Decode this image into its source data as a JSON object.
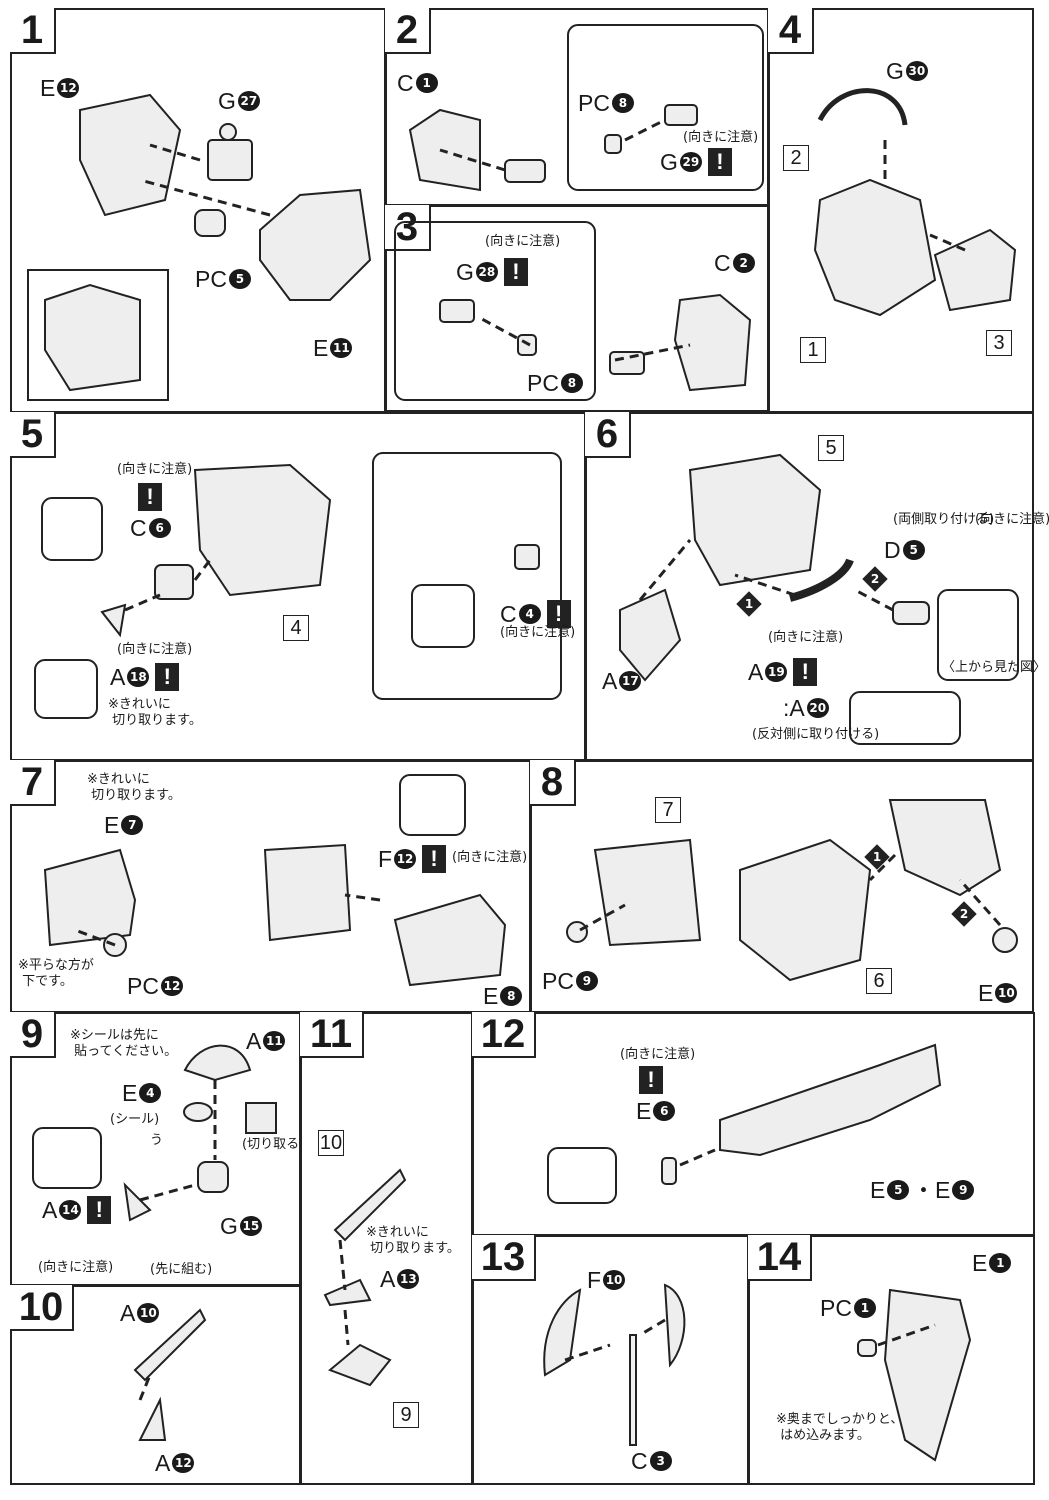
{
  "steps": [
    {
      "num": "1",
      "labels": [
        {
          "p": "E",
          "n": "12"
        },
        {
          "p": "G",
          "n": "27"
        },
        {
          "p": "PC",
          "n": "5"
        },
        {
          "p": "E",
          "n": "11"
        }
      ],
      "notes": [],
      "boxes": []
    },
    {
      "num": "2",
      "labels": [
        {
          "p": "C",
          "n": "1"
        },
        {
          "p": "PC",
          "n": "8"
        },
        {
          "p": "G",
          "n": "29",
          "caution": true
        }
      ],
      "notes": [
        "(向きに注意)"
      ],
      "boxes": []
    },
    {
      "num": "3",
      "labels": [
        {
          "p": "G",
          "n": "28",
          "caution": true
        },
        {
          "p": "C",
          "n": "2"
        },
        {
          "p": "PC",
          "n": "8"
        }
      ],
      "notes": [
        "(向きに注意)"
      ],
      "boxes": []
    },
    {
      "num": "4",
      "labels": [
        {
          "p": "G",
          "n": "30"
        }
      ],
      "notes": [],
      "boxes": [
        "2",
        "1",
        "3"
      ]
    },
    {
      "num": "5",
      "labels": [
        {
          "p": "C",
          "n": "6"
        },
        {
          "p": "C",
          "n": "4",
          "caution": true
        },
        {
          "p": "A",
          "n": "18",
          "caution": true
        },
        {
          "p": "",
          "n": "",
          "caution": true
        }
      ],
      "notes": [
        "(向きに注意)",
        "(向きに注意)",
        "(向きに注意)",
        "※きれいに\n 切り取ります。"
      ],
      "boxes": [
        "4"
      ]
    },
    {
      "num": "6",
      "labels": [
        {
          "p": "D",
          "n": "5"
        },
        {
          "p": "A",
          "n": "17"
        },
        {
          "p": "A",
          "n": "19",
          "caution": true
        },
        {
          "p": ":A",
          "n": "20"
        }
      ],
      "notes": [
        "(両側取り付ける)",
        "(向きに注意)",
        "(向きに注意)",
        "(反対側に取り付ける)",
        "〈上から見た図〉"
      ],
      "boxes": [
        "5"
      ],
      "diamonds": [
        "1",
        "2"
      ]
    },
    {
      "num": "7",
      "labels": [
        {
          "p": "E",
          "n": "7"
        },
        {
          "p": "PC",
          "n": "12"
        },
        {
          "p": "F",
          "n": "12",
          "caution": true
        },
        {
          "p": "E",
          "n": "8"
        }
      ],
      "notes": [
        "※きれいに\n 切り取ります。",
        "※平らな方が\n 下です。",
        "(向きに注意)"
      ],
      "boxes": []
    },
    {
      "num": "8",
      "labels": [
        {
          "p": "PC",
          "n": "9"
        },
        {
          "p": "E",
          "n": "10"
        }
      ],
      "notes": [],
      "boxes": [
        "7",
        "6"
      ],
      "diamonds": [
        "1",
        "2"
      ]
    },
    {
      "num": "9",
      "labels": [
        {
          "p": "A",
          "n": "11"
        },
        {
          "p": "E",
          "n": "4"
        },
        {
          "p": "A",
          "n": "14",
          "caution": true
        },
        {
          "p": "G",
          "n": "15"
        }
      ],
      "notes": [
        "※シールは先に\n 貼ってください。",
        "(シール)",
        "う",
        "(切り取る)",
        "(向きに注意)",
        "(先に組む)"
      ],
      "boxes": []
    },
    {
      "num": "10",
      "labels": [
        {
          "p": "A",
          "n": "10"
        },
        {
          "p": "A",
          "n": "12"
        }
      ],
      "notes": [],
      "boxes": []
    },
    {
      "num": "11",
      "labels": [
        {
          "p": "A",
          "n": "13"
        }
      ],
      "notes": [
        "※きれいに\n 切り取ります。"
      ],
      "boxes": [
        "10",
        "9"
      ]
    },
    {
      "num": "12",
      "labels": [
        {
          "p": "",
          "n": "",
          "caution": true
        },
        {
          "p": "E",
          "n": "6"
        },
        {
          "p": "E",
          "n": "5"
        },
        {
          "p": "・E",
          "n": "9"
        }
      ],
      "notes": [
        "(向きに注意)"
      ],
      "boxes": []
    },
    {
      "num": "13",
      "labels": [
        {
          "p": "F",
          "n": "10"
        },
        {
          "p": "C",
          "n": "3"
        }
      ],
      "notes": [],
      "boxes": []
    },
    {
      "num": "14",
      "labels": [
        {
          "p": "E",
          "n": "1"
        },
        {
          "p": "PC",
          "n": "1"
        }
      ],
      "notes": [
        "※奥までしっかりと、\n はめ込みます。"
      ],
      "boxes": []
    }
  ],
  "colors": {
    "ink": "#1a1a1a",
    "paper": "#ffffff",
    "shade": "#d8d8d8"
  }
}
